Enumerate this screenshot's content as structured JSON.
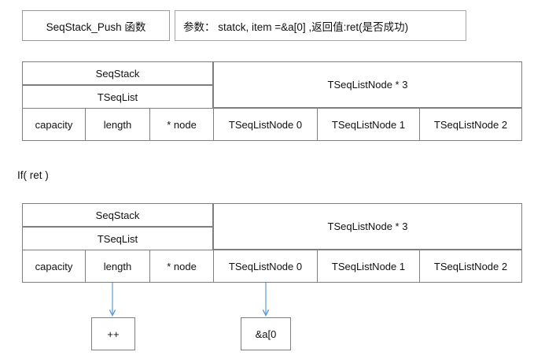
{
  "header": {
    "function_box": "SeqStack_Push 函数",
    "params_box": "参数： statck, item =&a[0] ,返回值:ret(是否成功)"
  },
  "condition_label": "If( ret )",
  "struct_table_before": {
    "left_title_row1": "SeqStack",
    "left_title_row2": "TSeqList",
    "right_title": "TSeqListNode * 3",
    "left_fields": [
      "capacity",
      "length",
      "* node"
    ],
    "right_fields": [
      "TSeqListNode 0",
      "TSeqListNode 1",
      "TSeqListNode 2"
    ]
  },
  "struct_table_after": {
    "left_title_row1": "SeqStack",
    "left_title_row2": "TSeqList",
    "right_title": "TSeqListNode * 3",
    "left_fields": [
      "capacity",
      "length",
      "* node"
    ],
    "right_fields": [
      "TSeqListNode 0",
      "TSeqListNode 1",
      "TSeqListNode 2"
    ]
  },
  "value_boxes": [
    {
      "label": "++",
      "source_field": "length"
    },
    {
      "label": "&a[0",
      "source_field": "TSeqListNode 0"
    }
  ],
  "colors": {
    "arrow": "#5B9BD5",
    "border": "#7f7f7f",
    "header_border": "#9a9a9a",
    "text": "#111111",
    "background": "#ffffff"
  }
}
